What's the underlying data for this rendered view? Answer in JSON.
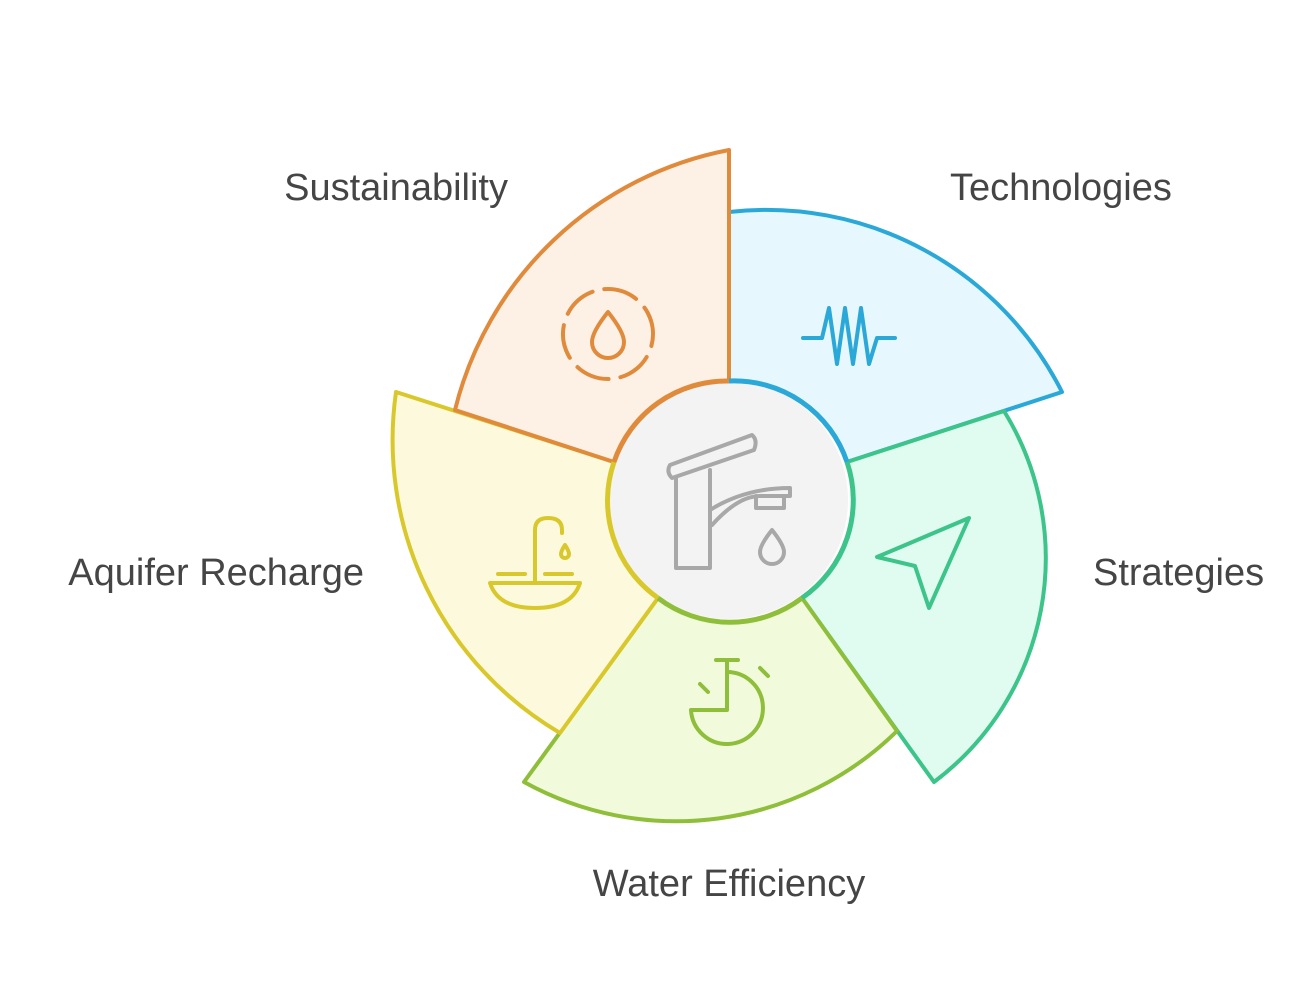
{
  "segments": [
    {
      "label": "Technologies",
      "icon": "heartbeat-pulse-icon",
      "stroke": "#2aa8d8",
      "fill": "#e6f7fd"
    },
    {
      "label": "Strategies",
      "icon": "navigation-arrow-icon",
      "stroke": "#3cc48a",
      "fill": "#e0fbef"
    },
    {
      "label": "Water Efficiency",
      "icon": "stopwatch-icon",
      "stroke": "#8fbe3a",
      "fill": "#f1fbdc"
    },
    {
      "label": "Aquifer Recharge",
      "icon": "fountain-basin-icon",
      "stroke": "#d9c82c",
      "fill": "#fdf9dc"
    },
    {
      "label": "Sustainability",
      "icon": "water-drop-cycle-icon",
      "stroke": "#e08a3c",
      "fill": "#fdf0e4"
    }
  ],
  "center": {
    "icon": "faucet-icon",
    "stroke": "#a8a8a8",
    "fill": "#f3f3f3"
  }
}
